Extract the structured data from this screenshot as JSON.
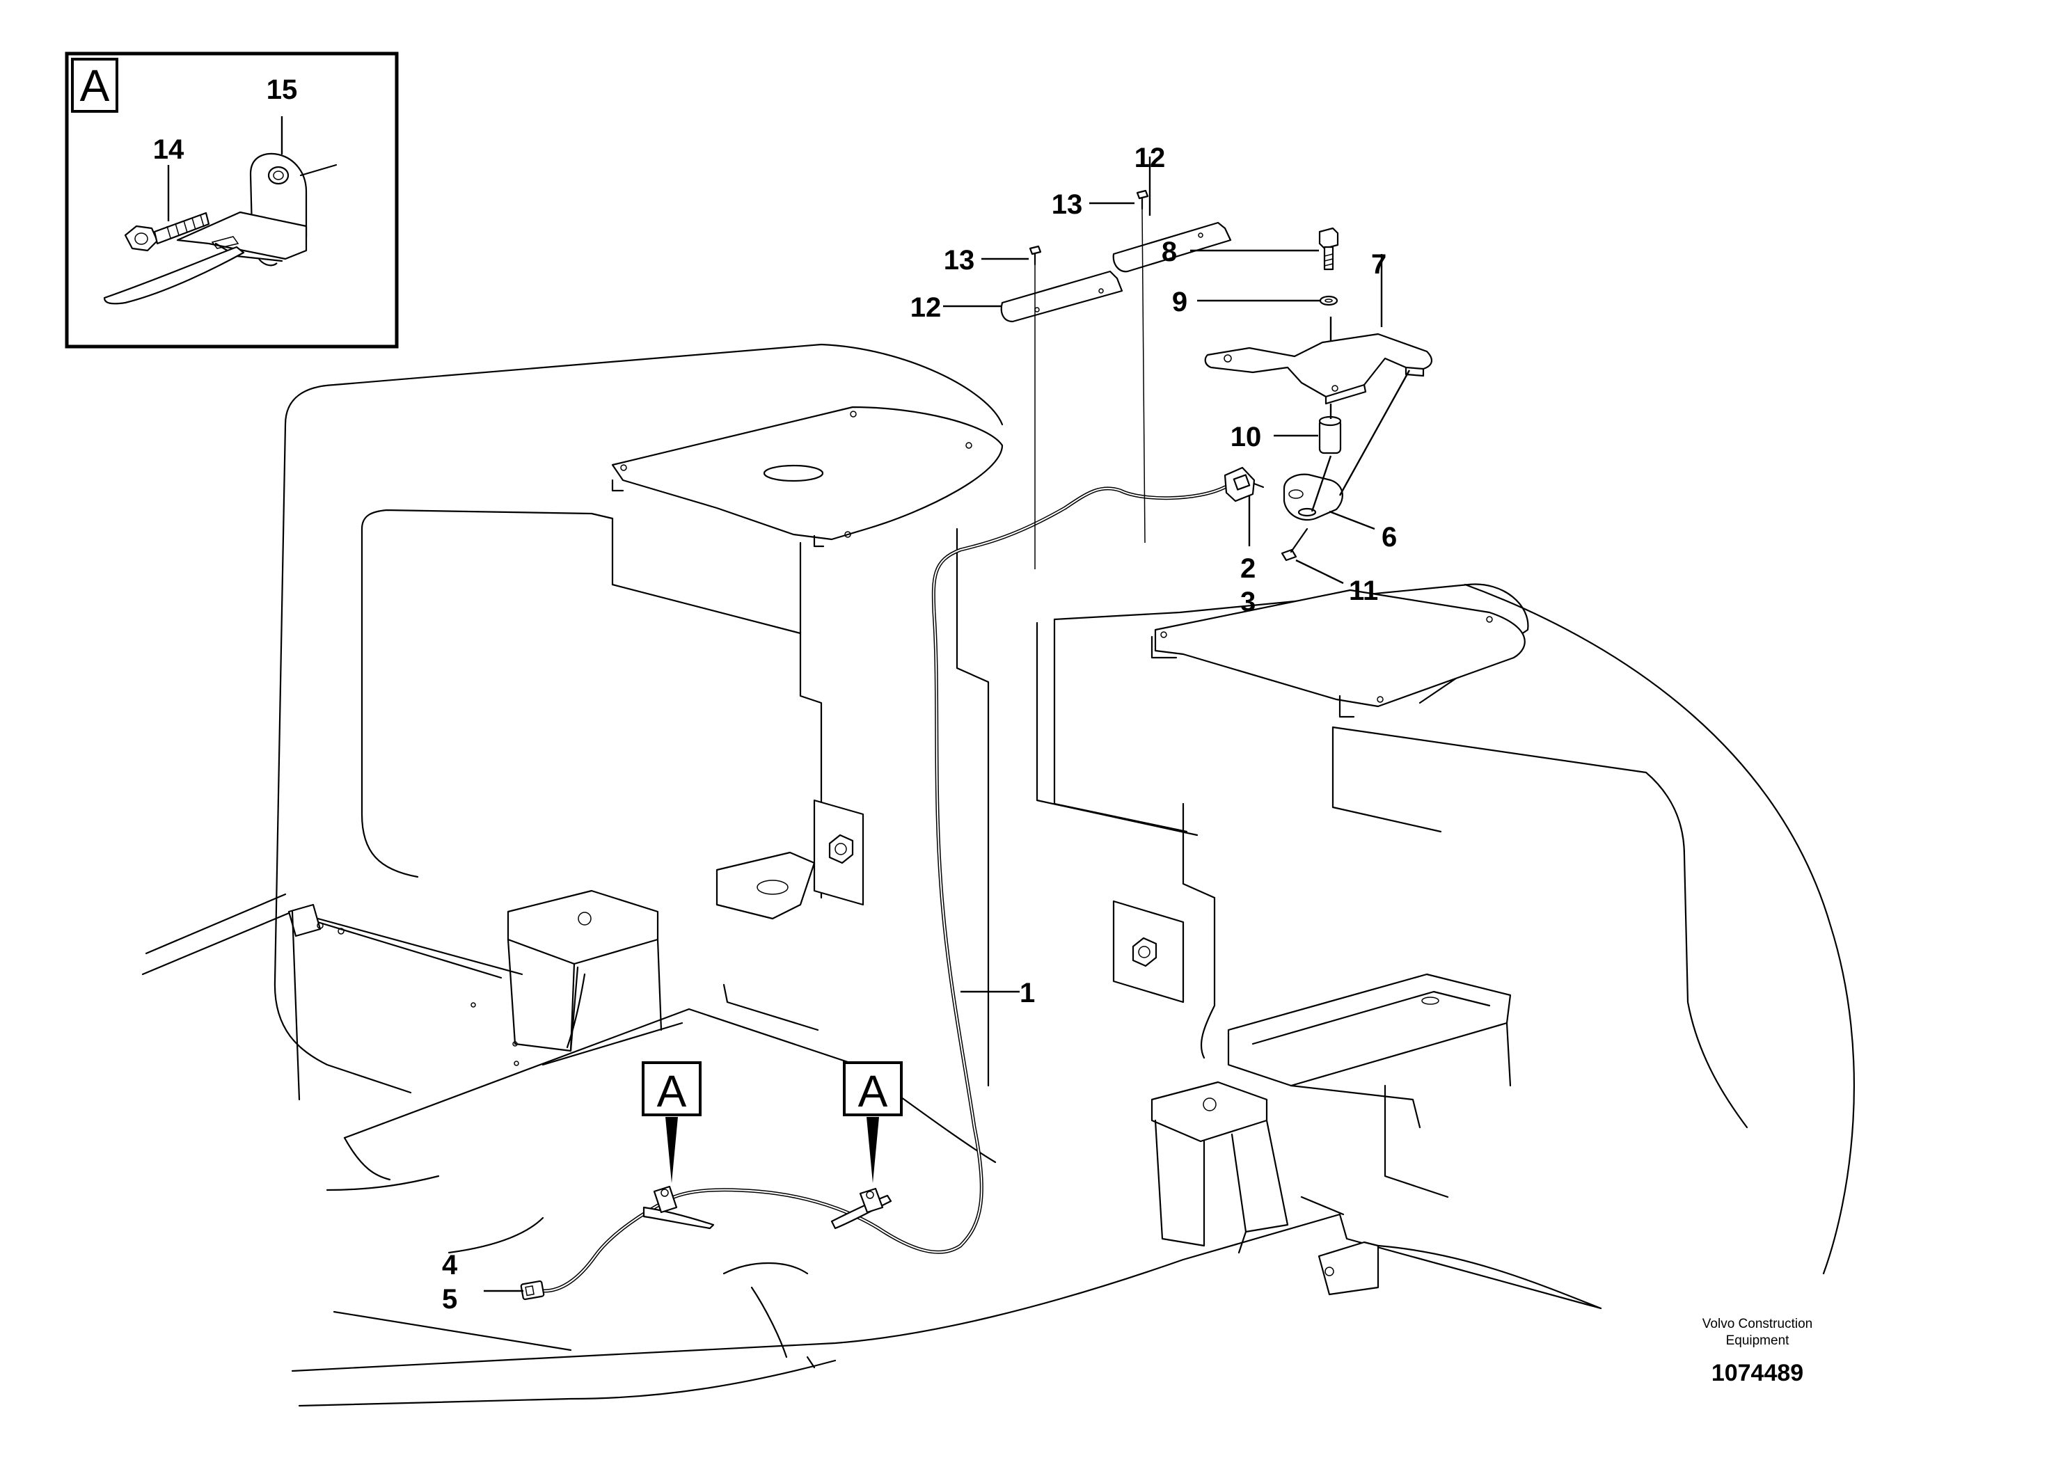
{
  "callouts": {
    "c1": "1",
    "c2": "2",
    "c3": "3",
    "c4": "4",
    "c5": "5",
    "c6": "6",
    "c7": "7",
    "c8": "8",
    "c9": "9",
    "c10": "10",
    "c11": "11",
    "c12a": "12",
    "c12b": "12",
    "c13a": "13",
    "c13b": "13",
    "c14": "14",
    "c15": "15"
  },
  "detail_view": {
    "letter": "A"
  },
  "view_markers": {
    "left": "A",
    "right": "A"
  },
  "caption": {
    "line1": "Volvo Construction",
    "line2": "Equipment",
    "drawing_number": "1074489"
  }
}
